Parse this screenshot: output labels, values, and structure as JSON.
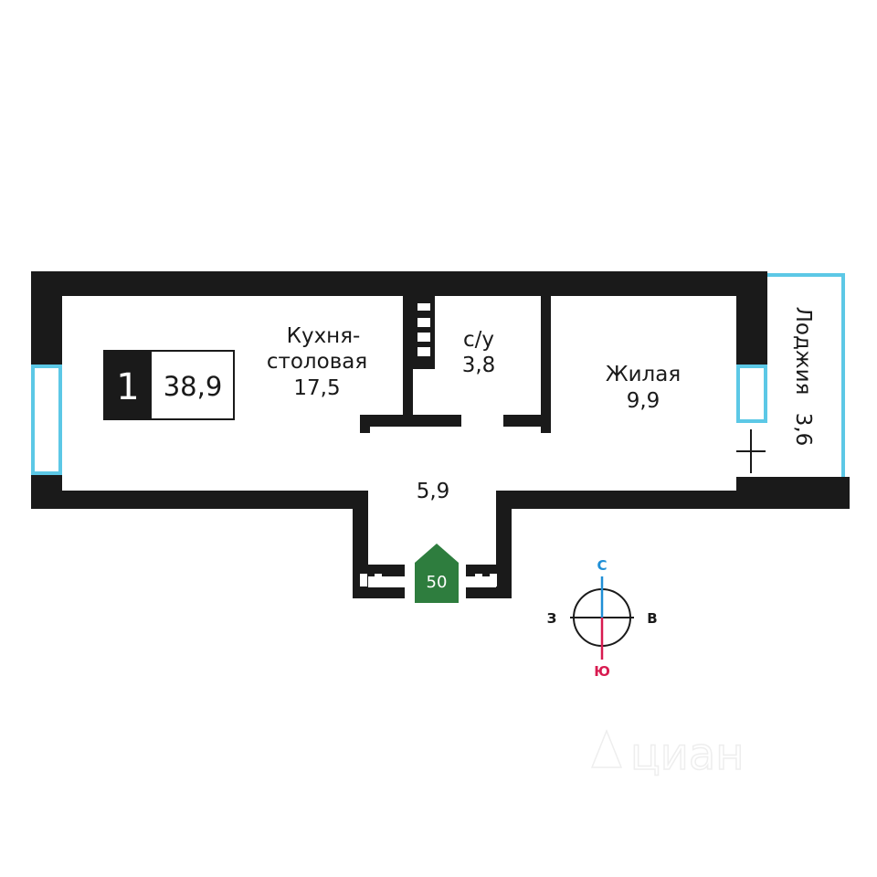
{
  "colors": {
    "wall": "#1a1a1a",
    "window": "#5cc8e6",
    "entrance": "#2e7d3e",
    "north": "#1f8fd6",
    "south": "#d81b50",
    "watermark": "#eeeeee"
  },
  "badge": {
    "rooms": "1",
    "total_area": "38,9"
  },
  "rooms": {
    "kitchen": {
      "name_line1": "Кухня-",
      "name_line2": "столовая",
      "area": "17,5"
    },
    "bathroom": {
      "name": "с/у",
      "area": "3,8"
    },
    "living": {
      "name": "Жилая",
      "area": "9,9"
    },
    "hall": {
      "area": "5,9"
    },
    "loggia": {
      "name": "Лоджия",
      "area": "3,6"
    }
  },
  "entrance": {
    "label": "50",
    "icon": "entrance-door-icon"
  },
  "compass": {
    "north": "С",
    "south": "Ю",
    "west": "З",
    "east": "В"
  },
  "watermark": {
    "text": "циан"
  }
}
